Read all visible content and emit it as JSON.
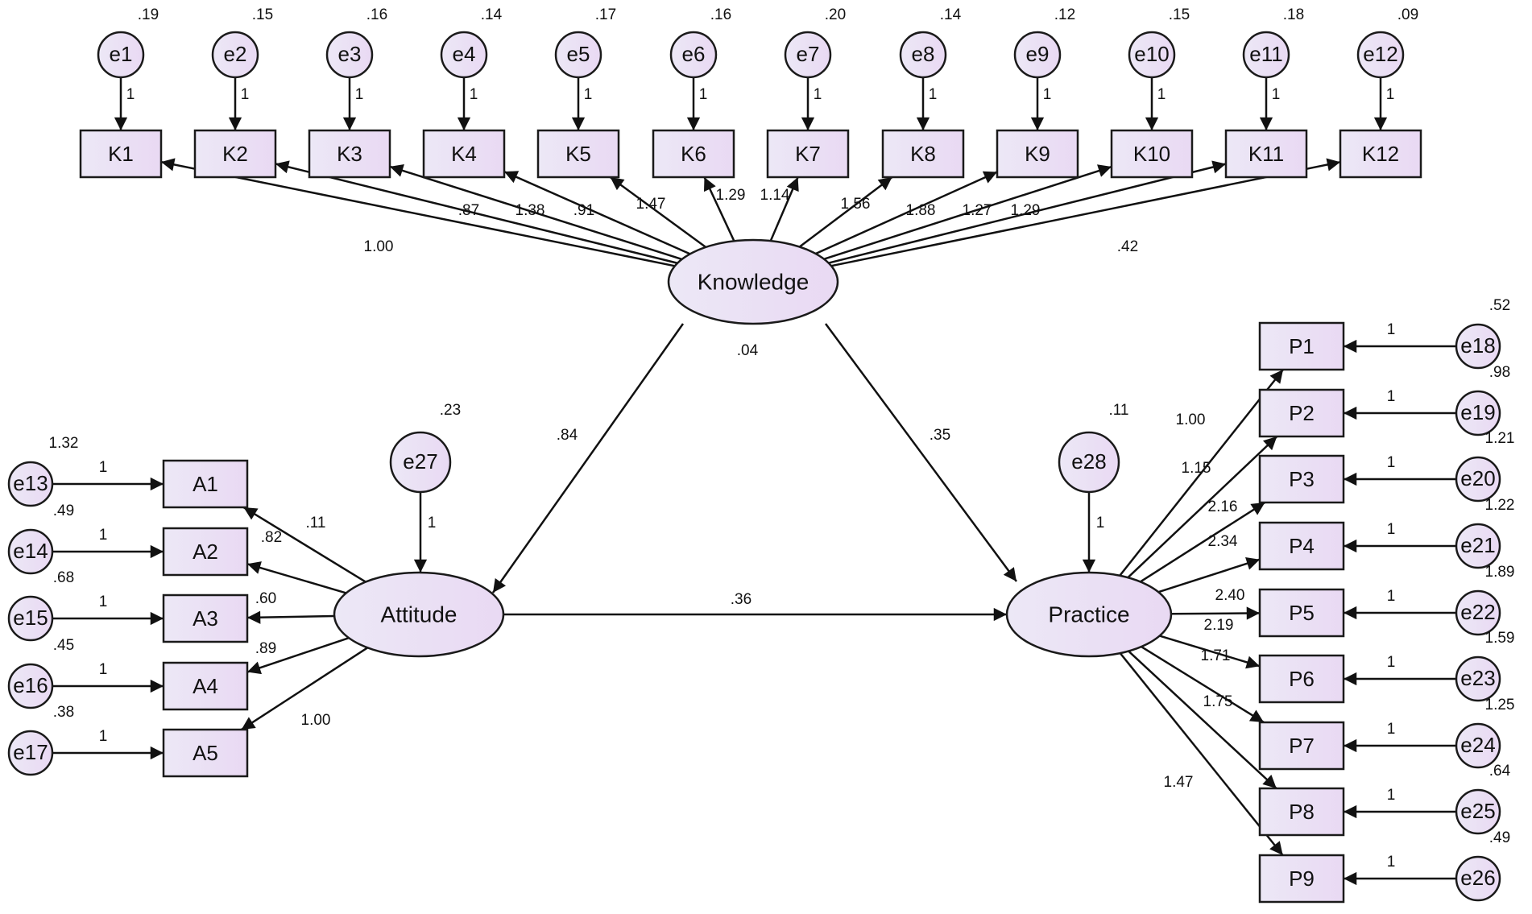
{
  "colors": {
    "node_fill_light": "#ECE8F6",
    "node_fill_pink": "#E9D9F3",
    "stroke": "#1a1a1a",
    "text": "#111111"
  },
  "latents": {
    "knowledge": {
      "label": "Knowledge",
      "variance": ".04"
    },
    "attitude": {
      "label": "Attitude"
    },
    "practice": {
      "label": "Practice"
    }
  },
  "k_items": [
    {
      "label": "K1",
      "error": "e1",
      "error_var": ".19",
      "path_one": "1",
      "loading": "1.00"
    },
    {
      "label": "K2",
      "error": "e2",
      "error_var": ".15",
      "path_one": "1",
      "loading": ".87"
    },
    {
      "label": "K3",
      "error": "e3",
      "error_var": ".16",
      "path_one": "1",
      "loading": "1.38"
    },
    {
      "label": "K4",
      "error": "e4",
      "error_var": ".14",
      "path_one": "1",
      "loading": ".91"
    },
    {
      "label": "K5",
      "error": "e5",
      "error_var": ".17",
      "path_one": "1",
      "loading": "1.47"
    },
    {
      "label": "K6",
      "error": "e6",
      "error_var": ".16",
      "path_one": "1",
      "loading": "1.29"
    },
    {
      "label": "K7",
      "error": "e7",
      "error_var": ".20",
      "path_one": "1",
      "loading": "1.14"
    },
    {
      "label": "K8",
      "error": "e8",
      "error_var": ".14",
      "path_one": "1",
      "loading": "1.56"
    },
    {
      "label": "K9",
      "error": "e9",
      "error_var": ".12",
      "path_one": "1",
      "loading": "1.88"
    },
    {
      "label": "K10",
      "error": "e10",
      "error_var": ".15",
      "path_one": "1",
      "loading": "1.27"
    },
    {
      "label": "K11",
      "error": "e11",
      "error_var": ".18",
      "path_one": "1",
      "loading": "1.29"
    },
    {
      "label": "K12",
      "error": "e12",
      "error_var": ".09",
      "path_one": "1",
      "loading": ".42"
    }
  ],
  "a_items": [
    {
      "label": "A1",
      "error": "e13",
      "error_var": "1.32",
      "path_one": "1",
      "loading": ".11"
    },
    {
      "label": "A2",
      "error": "e14",
      "error_var": ".49",
      "path_one": "1",
      "loading": ".82"
    },
    {
      "label": "A3",
      "error": "e15",
      "error_var": ".68",
      "path_one": "1",
      "loading": ".60"
    },
    {
      "label": "A4",
      "error": "e16",
      "error_var": ".45",
      "path_one": "1",
      "loading": ".89"
    },
    {
      "label": "A5",
      "error": "e17",
      "error_var": ".38",
      "path_one": "1",
      "loading": "1.00"
    }
  ],
  "p_items": [
    {
      "label": "P1",
      "error": "e18",
      "error_var": ".52",
      "path_one": "1",
      "loading": "1.00"
    },
    {
      "label": "P2",
      "error": "e19",
      "error_var": ".98",
      "path_one": "1",
      "loading": "1.15"
    },
    {
      "label": "P3",
      "error": "e20",
      "error_var": "1.21",
      "path_one": "1",
      "loading": "2.16"
    },
    {
      "label": "P4",
      "error": "e21",
      "error_var": "1.22",
      "path_one": "1",
      "loading": "2.34"
    },
    {
      "label": "P5",
      "error": "e22",
      "error_var": "1.89",
      "path_one": "1",
      "loading": "2.40"
    },
    {
      "label": "P6",
      "error": "e23",
      "error_var": "1.59",
      "path_one": "1",
      "loading": "2.19"
    },
    {
      "label": "P7",
      "error": "e24",
      "error_var": "1.25",
      "path_one": "1",
      "loading": "1.71"
    },
    {
      "label": "P8",
      "error": "e25",
      "error_var": ".64",
      "path_one": "1",
      "loading": "1.75"
    },
    {
      "label": "P9",
      "error": "e26",
      "error_var": ".49",
      "path_one": "1",
      "loading": "1.47"
    }
  ],
  "disturbances": {
    "attitude": {
      "label": "e27",
      "variance": ".23",
      "path_one": "1"
    },
    "practice": {
      "label": "e28",
      "variance": ".11",
      "path_one": "1"
    }
  },
  "structural_paths": {
    "knowledge_attitude": ".84",
    "knowledge_practice": ".35",
    "attitude_practice": ".36"
  }
}
